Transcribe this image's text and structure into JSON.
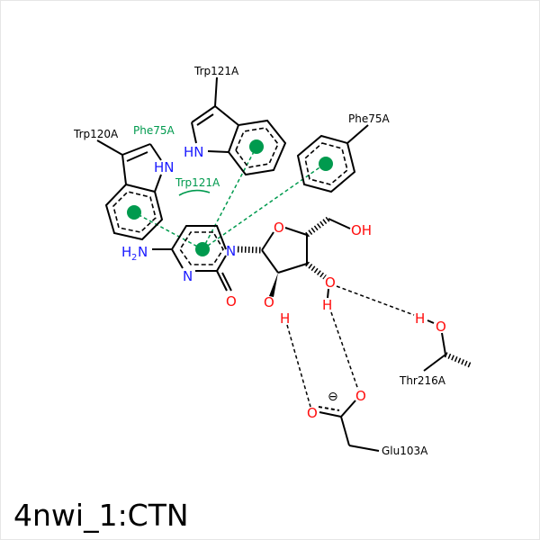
{
  "title": "4nwi_1:CTN",
  "colors": {
    "pi_stacking": "#009a4e",
    "nitrogen": "#1a1aff",
    "oxygen": "#ff0d0d",
    "bond": "#000000"
  },
  "residues": {
    "trp120": "Trp120A",
    "trp121_top": "Trp121A",
    "phe75_right": "Phe75A",
    "thr216": "Thr216A",
    "glu103": "Glu103A"
  },
  "interaction_labels": {
    "phe75": "Phe75A",
    "trp121": "Trp121A"
  },
  "atoms": {
    "h2n_h": "H",
    "h2n_sub": "2",
    "h2n_n": "N",
    "ring_n1": "N",
    "ring_n3": "N",
    "carbonyl_o": "O",
    "sugar_o": "O",
    "oh": "OH",
    "o2": "O",
    "h2": "H",
    "o3": "O",
    "h3": "H",
    "thr_h": "H",
    "thr_o": "O",
    "glu_o1": "O",
    "glu_o2": "O",
    "charge": "⊖",
    "trp120_hn": "HN",
    "trp121_hn": "HN"
  }
}
